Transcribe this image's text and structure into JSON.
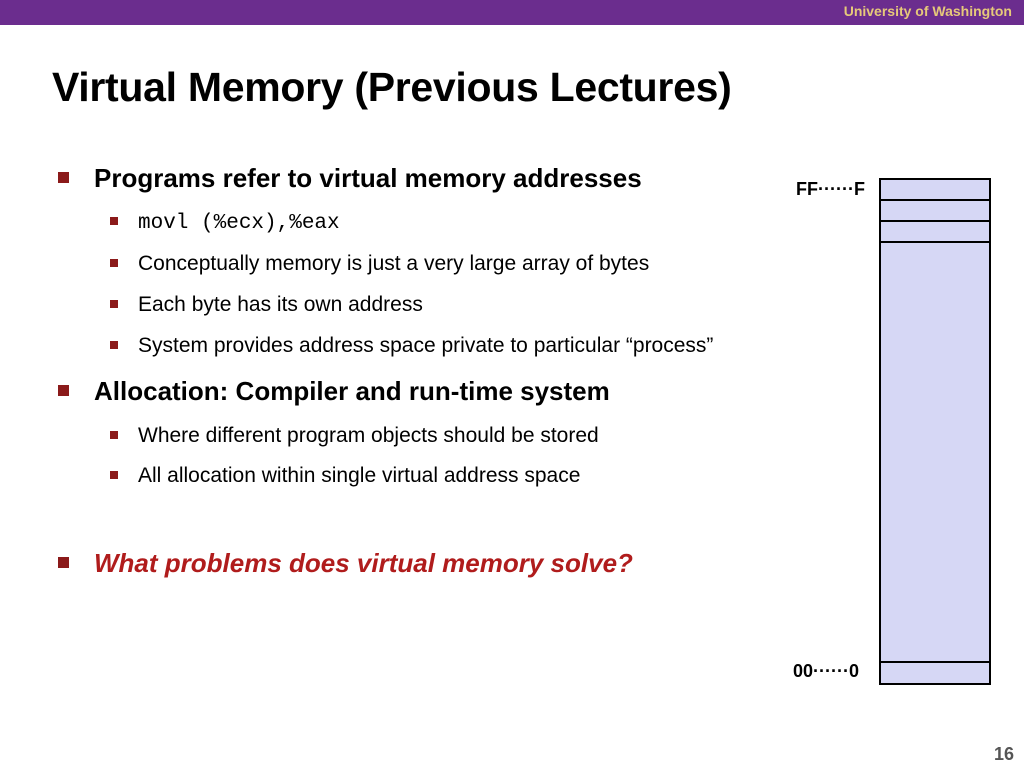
{
  "header": {
    "institution": "University of Washington"
  },
  "slide": {
    "title": "Virtual Memory (Previous Lectures)",
    "bullets": [
      {
        "text": "Programs refer to virtual memory addresses",
        "sub": [
          "movl (%ecx),%eax",
          "Conceptually memory is just a very large array of bytes",
          "Each byte has its own address",
          "System provides address space private to particular “process”"
        ]
      },
      {
        "text": "Allocation: Compiler and run-time system",
        "sub": [
          "Where different program objects should be stored",
          "All allocation within single virtual address space"
        ]
      },
      {
        "text": "What problems does virtual memory solve?"
      }
    ],
    "page_number": "16"
  },
  "diagram": {
    "top_address": "FF······F",
    "bottom_address": "00······0",
    "fill_color": "#d6d7f5"
  },
  "colors": {
    "header_bar": "#6b2d8e",
    "header_text": "#e6c97a",
    "bullet_marker": "#8b1a1a",
    "question_text": "#b01c1c"
  }
}
